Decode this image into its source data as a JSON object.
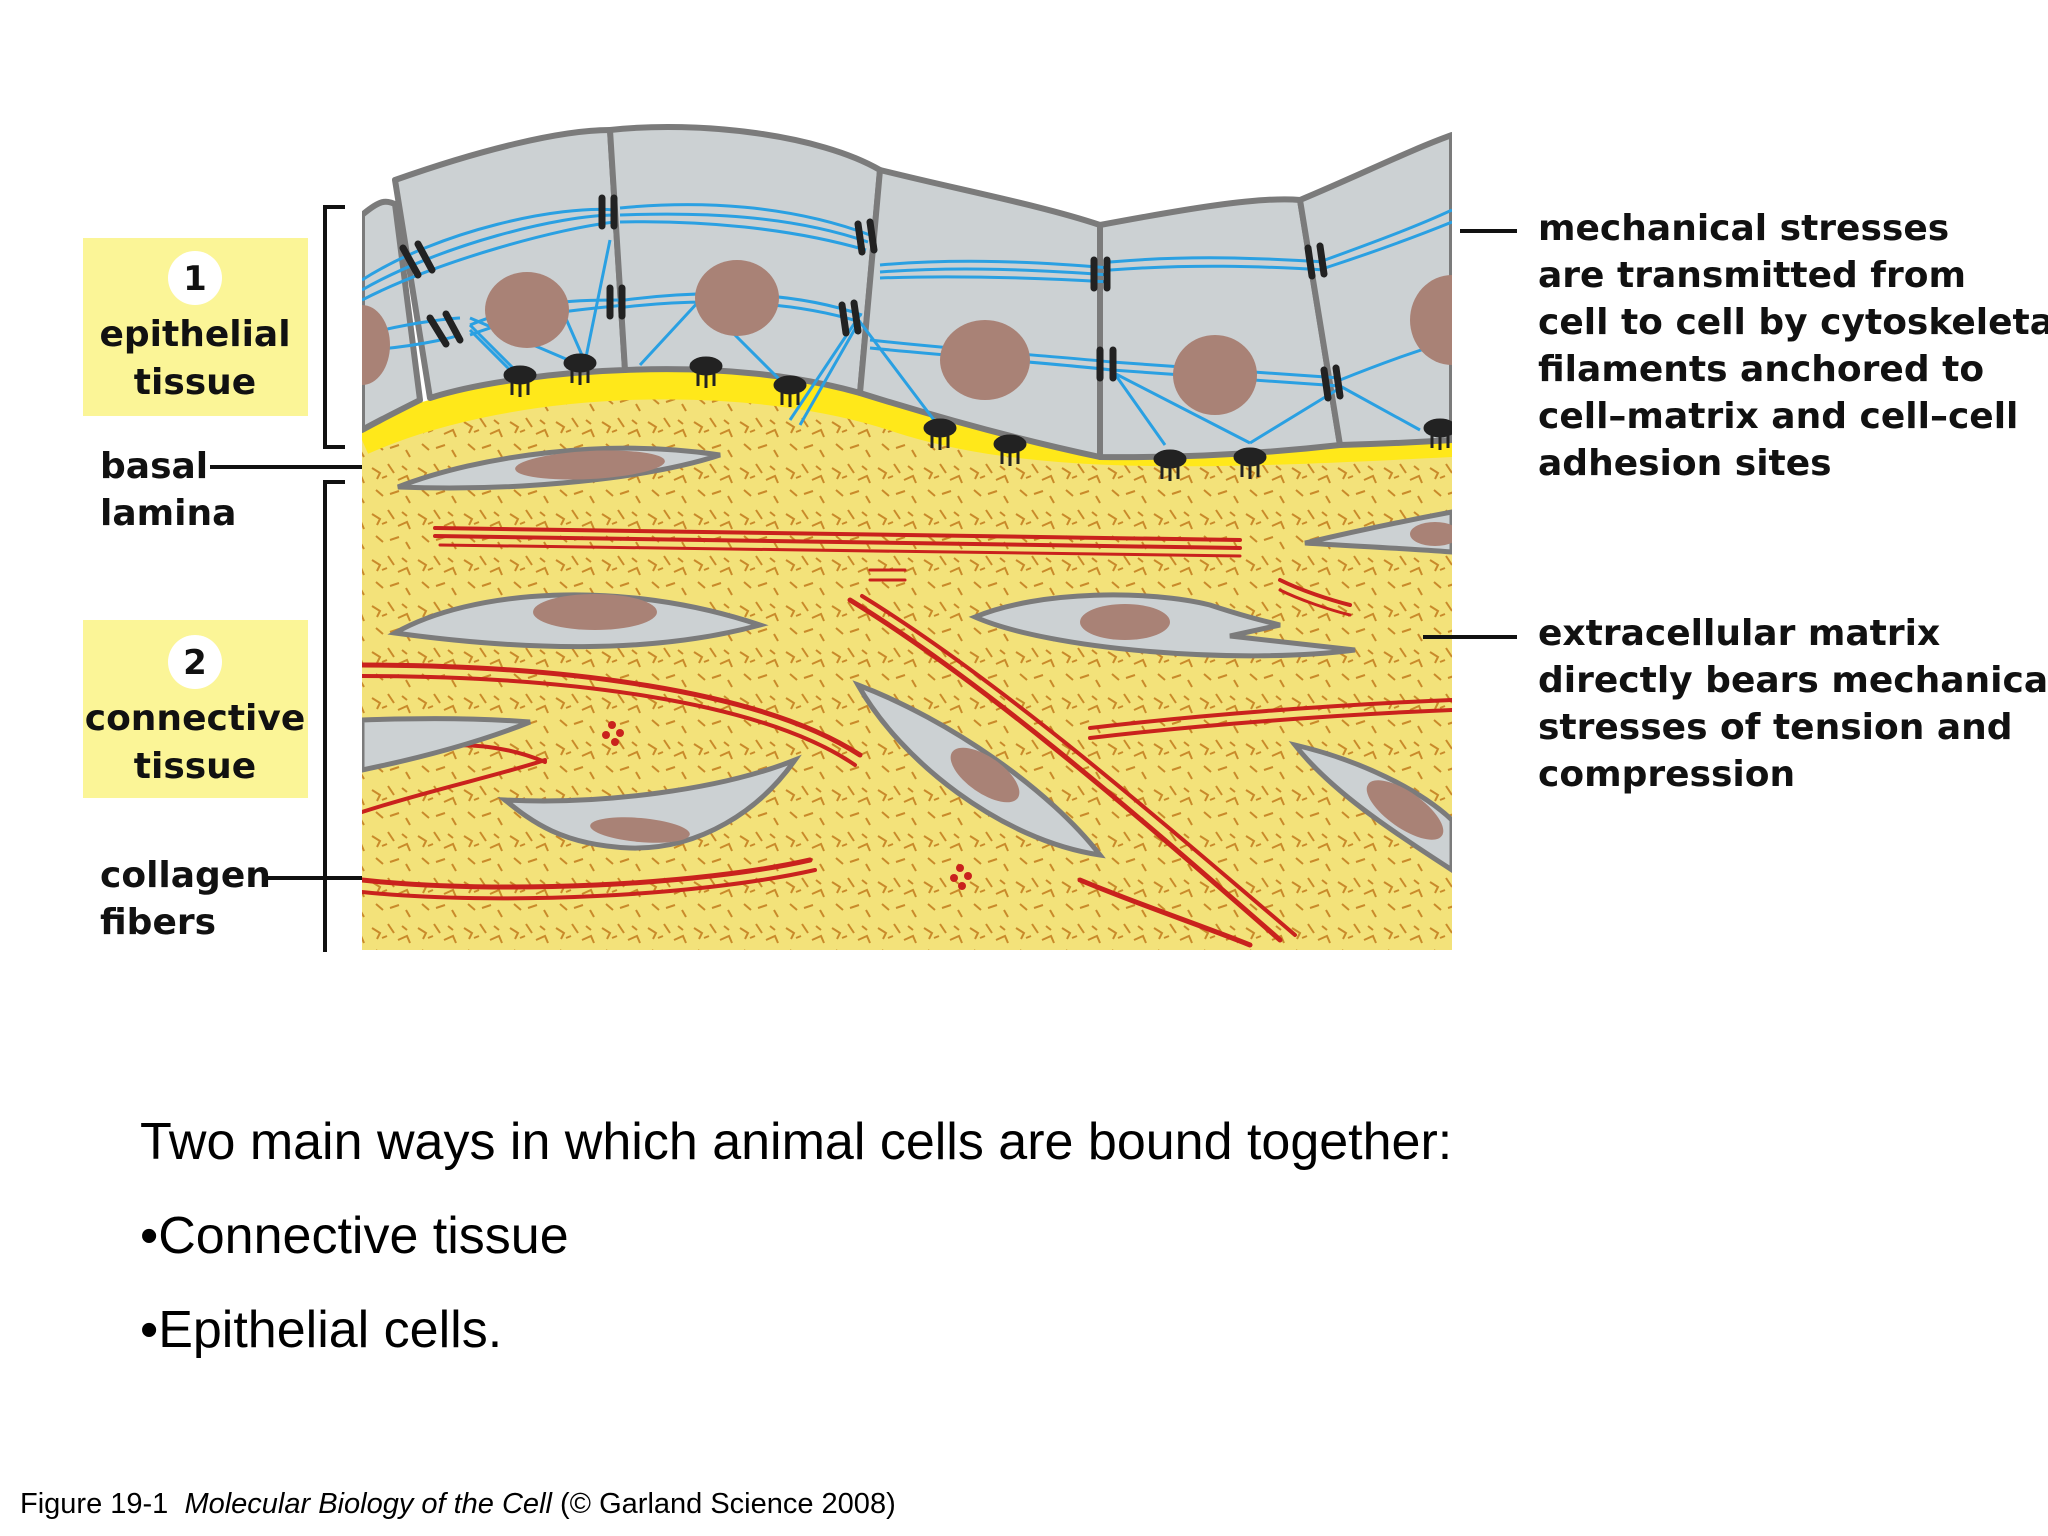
{
  "diagram": {
    "box1": {
      "number": "1",
      "line1": "epithelial",
      "line2": "tissue"
    },
    "box2": {
      "number": "2",
      "line1": "connective",
      "line2": "tissue"
    },
    "left_labels": {
      "basal": [
        "basal",
        "lamina"
      ],
      "collagen": [
        "collagen",
        "fibers"
      ]
    },
    "right_labels": {
      "mechanical": [
        "mechanical stresses",
        "are transmitted from",
        "cell to cell by cytoskeletal",
        "filaments anchored to",
        "cell–matrix and cell–cell",
        "adhesion sites"
      ],
      "ecm": [
        "extracellular matrix",
        "directly bears mechanical",
        "stresses of tension and",
        "compression"
      ]
    },
    "colors": {
      "matrix": "#f3e27a",
      "basal_lamina": "#ffe81a",
      "cell_fill": "#ccd1d3",
      "cell_outline": "#7b7b7b",
      "nucleus": "#a98276",
      "filament": "#2aa0e2",
      "collagen": "#c9221d",
      "label_box": "#fbf597"
    }
  },
  "text": {
    "heading": "Two main ways in which animal cells are bound together:",
    "bullet1": "•Connective tissue",
    "bullet2": "•Epithelial cells."
  },
  "caption": {
    "fig": "Figure 19-1",
    "title": "Molecular Biology of the Cell",
    "credit": "(© Garland Science 2008)"
  }
}
